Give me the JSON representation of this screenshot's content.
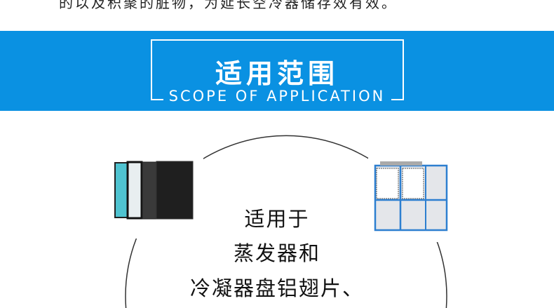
{
  "intro_text": "的以及积聚的脏物，为延长空冷器储存效有效。",
  "banner": {
    "title": "适用范围",
    "subtitle": "SCOPE OF APPLICATION",
    "color": "#0a91e2"
  },
  "content": {
    "lines": [
      "适用于",
      "蒸发器和",
      "冷凝器盘铝翅片、"
    ]
  }
}
